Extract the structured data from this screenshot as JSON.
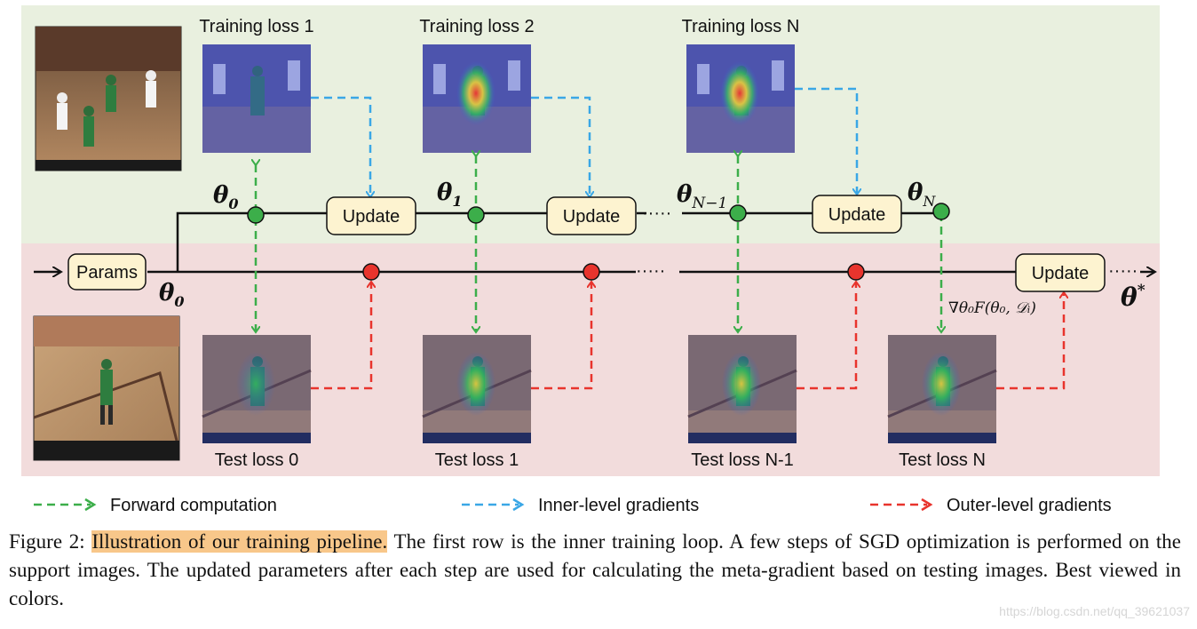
{
  "diagram": {
    "params_label": "Params",
    "update_label": "Update",
    "training_losses": [
      "Training loss 1",
      "Training loss 2",
      "Training loss N"
    ],
    "test_losses": [
      "Test loss 0",
      "Test loss 1",
      "Test loss N-1",
      "Test loss N"
    ],
    "theta_labels": {
      "theta0_top": "θ",
      "theta0_top_sub": "0",
      "theta1": "θ",
      "theta1_sub": "1",
      "thetaNm1": "θ",
      "thetaNm1_sub": "N−1",
      "thetaN": "θ",
      "thetaN_sub": "N",
      "theta0_bottom": "θ",
      "theta0_bottom_sub": "0",
      "theta_star": "θ",
      "theta_star_sup": "*"
    },
    "gradient_formula": "∇θ₀F(θ₀, 𝒟ᵢ)",
    "ellipsis": "·····",
    "legend": [
      {
        "label": "Forward computation",
        "color": "#3cae4a"
      },
      {
        "label": "Inner-level gradients",
        "color": "#3aa7e6"
      },
      {
        "label": "Outer-level gradients",
        "color": "#e8342d"
      }
    ],
    "colors": {
      "top_band": "#e9f0df",
      "bottom_band": "#f2dcdc",
      "box_fill": "#fdf3d0",
      "green": "#3cae4a",
      "blue": "#3aa7e6",
      "red": "#e8342d",
      "court": "#9b7a55"
    }
  },
  "caption": {
    "prefix": "Figure 2: ",
    "highlight": "Illustration of our training pipeline.",
    "rest": " The first row is the inner training loop. A few steps of SGD optimization is performed on the support images. The updated parameters after each step are used for calculating the meta-gradient based on testing images. Best viewed in colors."
  },
  "watermark": "https://blog.csdn.net/qq_39621037"
}
